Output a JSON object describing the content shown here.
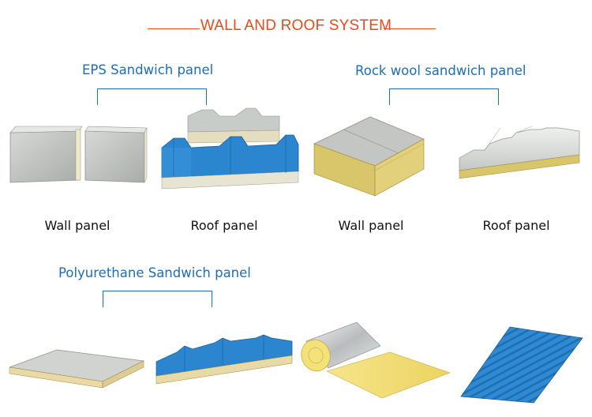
{
  "header": {
    "title": "WALL AND ROOF SYSTEM"
  },
  "sections": {
    "eps": {
      "title": "EPS Sandwich panel",
      "wall_caption": "Wall panel",
      "roof_caption": "Roof panel"
    },
    "rockwool": {
      "title": "Rock wool sandwich panel",
      "wall_caption": "Wall panel",
      "roof_caption": "Roof panel"
    },
    "polyurethane": {
      "title": "Polyurethane Sandwich panel"
    }
  },
  "colors": {
    "accent_orange": "#e8491d",
    "section_blue": "#1f6db5",
    "panel_blue": "#2b86cf",
    "panel_grey": "#c9ccc8",
    "foam": "#e8e4d4",
    "rockwool_yellow": "#d9c66a",
    "glasswool_yellow": "#f3e27a"
  },
  "icons": [
    "eps-wall-panel-image",
    "eps-roof-panel-image",
    "rockwool-wall-panel-image",
    "rockwool-roof-panel-image",
    "pu-wall-panel-image",
    "pu-roof-panel-image",
    "glass-wool-roll-image",
    "corrugated-steel-sheet-image"
  ]
}
